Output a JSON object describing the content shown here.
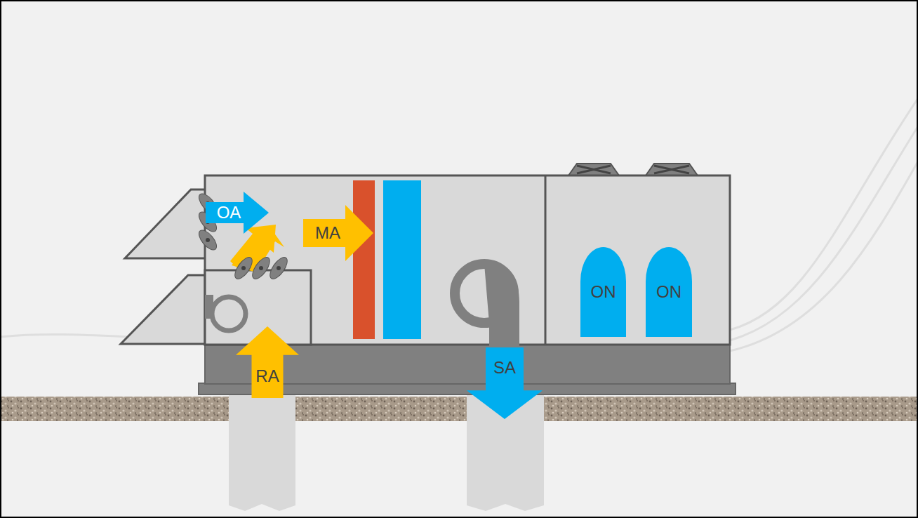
{
  "diagram": {
    "nodes": [
      {
        "text": [
          "OA"
        ]
      },
      {
        "text": [
          "MA"
        ]
      },
      {
        "text": [
          "RA"
        ]
      },
      {
        "text": [
          "SA"
        ]
      },
      {
        "text": [
          "ON"
        ]
      },
      {
        "text": [
          "ON"
        ]
      }
    ]
  }
}
